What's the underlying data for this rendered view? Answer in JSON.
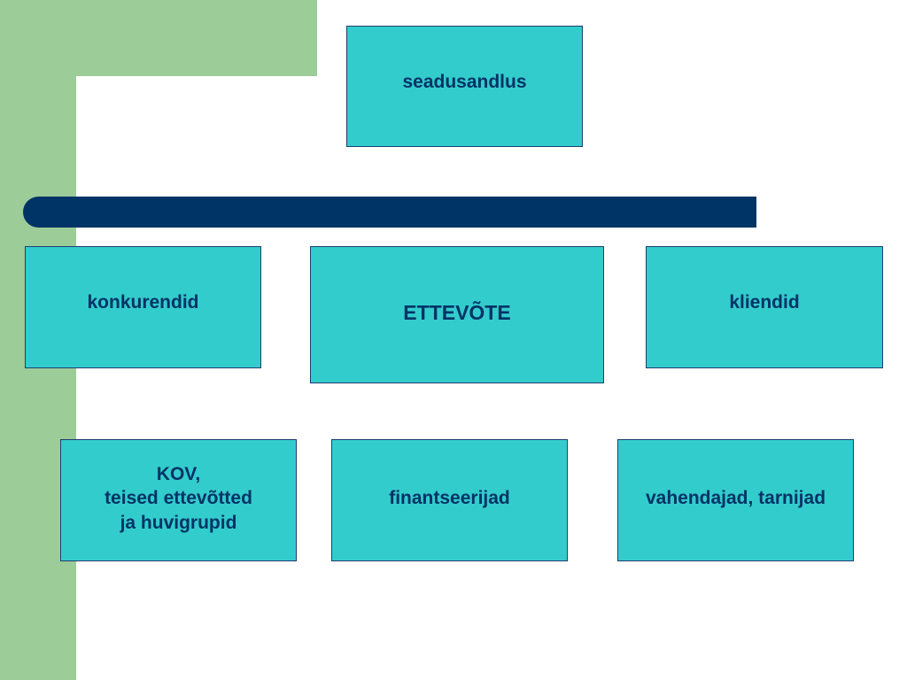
{
  "colors": {
    "background": "#ffffff",
    "decoration_green": "#9ccc97",
    "bar_navy": "#003366",
    "box_fill": "#33cccc",
    "text": "#003366"
  },
  "diagram": {
    "top_node": {
      "label": "seadusandlus"
    },
    "middle_row": [
      {
        "label": "konkurendid"
      },
      {
        "label": "ETTEVÕTE"
      },
      {
        "label": "kliendid"
      }
    ],
    "bottom_row": [
      {
        "label": "KOV,\nteised ettevõtted\n ja huvigrupid"
      },
      {
        "label": "finantseerijad"
      },
      {
        "label": "vahendajad, tarnijad"
      }
    ]
  }
}
